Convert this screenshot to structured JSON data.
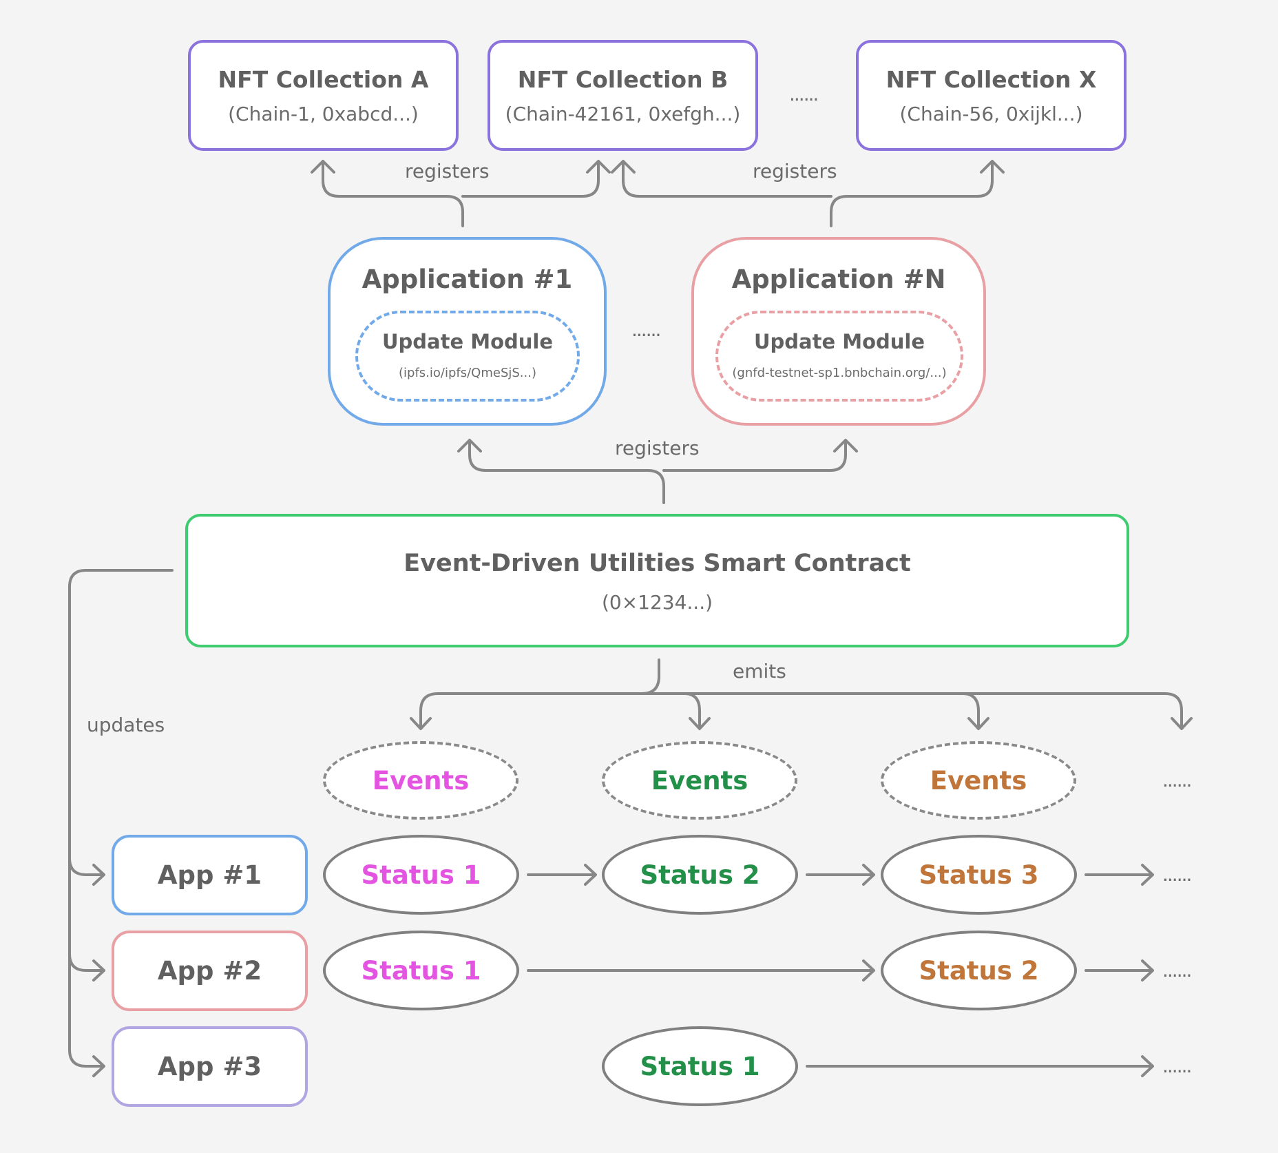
{
  "collections": [
    {
      "title": "NFT Collection A",
      "sub": "(Chain-1, 0xabcd...)"
    },
    {
      "title": "NFT Collection B",
      "sub": "(Chain-42161, 0xefgh...)"
    },
    {
      "title": "NFT Collection X",
      "sub": "(Chain-56, 0xijkl...)"
    }
  ],
  "applications": [
    {
      "title": "Application #1",
      "module": "Update Module",
      "module_sub": "(ipfs.io/ipfs/QmeSjS...)",
      "color": "#72aae9"
    },
    {
      "title": "Application #N",
      "module": "Update Module",
      "module_sub": "(gnfd-testnet-sp1.bnbchain.org/...)",
      "color": "#e8a0a4"
    }
  ],
  "contract": {
    "title": "Event-Driven Utilities Smart Contract",
    "sub": "(0×1234...)"
  },
  "labels": {
    "registers": "registers",
    "emits": "emits",
    "updates": "updates",
    "ellipsis": "......"
  },
  "events": [
    {
      "label": "Events",
      "color": "#e354e0"
    },
    {
      "label": "Events",
      "color": "#229048"
    },
    {
      "label": "Events",
      "color": "#c0763a"
    }
  ],
  "apps": [
    {
      "label": "App #1",
      "color": "#72aae9"
    },
    {
      "label": "App #2",
      "color": "#e8a0a4"
    },
    {
      "label": "App #3",
      "color": "#b2a6e2"
    }
  ],
  "statuses": {
    "app1": [
      {
        "label": "Status 1",
        "color": "#e354e0"
      },
      {
        "label": "Status 2",
        "color": "#229048"
      },
      {
        "label": "Status 3",
        "color": "#c0763a"
      }
    ],
    "app2": [
      {
        "label": "Status 1",
        "color": "#e354e0"
      },
      {
        "label": "Status 2",
        "color": "#c0763a"
      }
    ],
    "app3": [
      {
        "label": "Status 1",
        "color": "#229048"
      }
    ]
  }
}
